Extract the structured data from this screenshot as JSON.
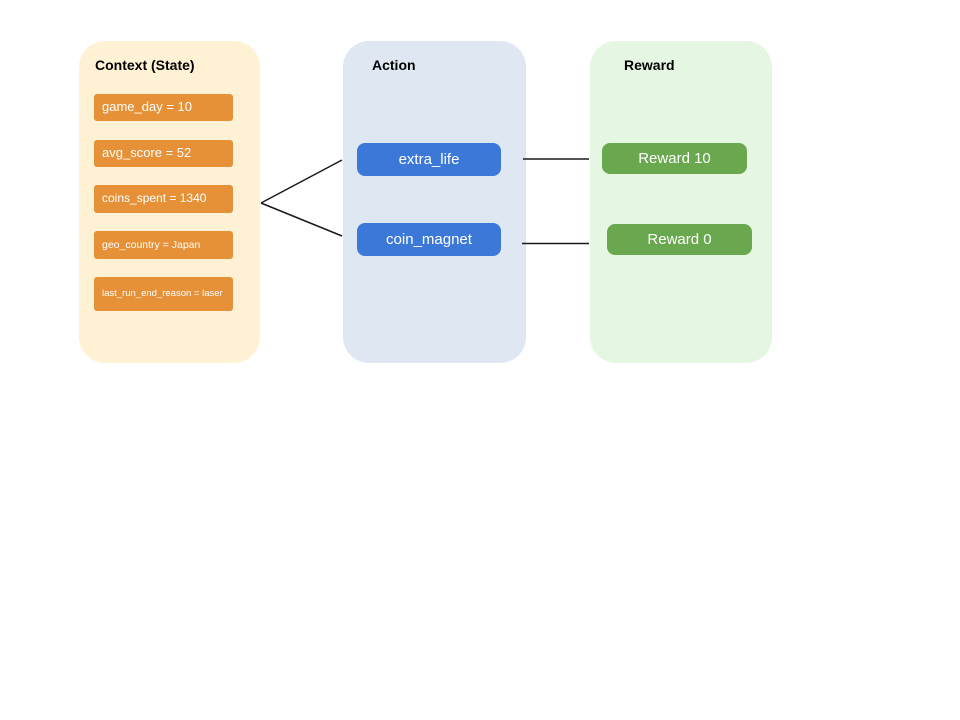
{
  "canvas": {
    "background": "#FFFFFF"
  },
  "colors": {
    "context_panel_bg": "#FFF2D4",
    "context_item_bg": "#E69138",
    "action_panel_bg": "#DEE7F2",
    "action_item_bg": "#3C78D8",
    "reward_panel_bg": "#E5F6E3",
    "reward_item_bg": "#6AA84F",
    "heading_text": "#000000",
    "item_text": "#FFFFFF",
    "connector": "#1A1A1A"
  },
  "panels": {
    "context": {
      "title": "Context (State)",
      "items": [
        {
          "label": "game_day = 10"
        },
        {
          "label": "avg_score = 52"
        },
        {
          "label": "coins_spent = 1340"
        },
        {
          "label": "geo_country = Japan"
        },
        {
          "label": "last_run_end_reason = laser"
        }
      ]
    },
    "action": {
      "title": "Action",
      "items": [
        {
          "label": "extra_life"
        },
        {
          "label": "coin_magnet"
        }
      ]
    },
    "reward": {
      "title": "Reward",
      "items": [
        {
          "label": "Reward 10"
        },
        {
          "label": "Reward 0"
        }
      ]
    }
  },
  "connectors": [
    {
      "name": "context-to-extra-life"
    },
    {
      "name": "context-to-coin-magnet"
    },
    {
      "name": "extra-life-to-reward-10"
    },
    {
      "name": "coin-magnet-to-reward-0"
    }
  ]
}
